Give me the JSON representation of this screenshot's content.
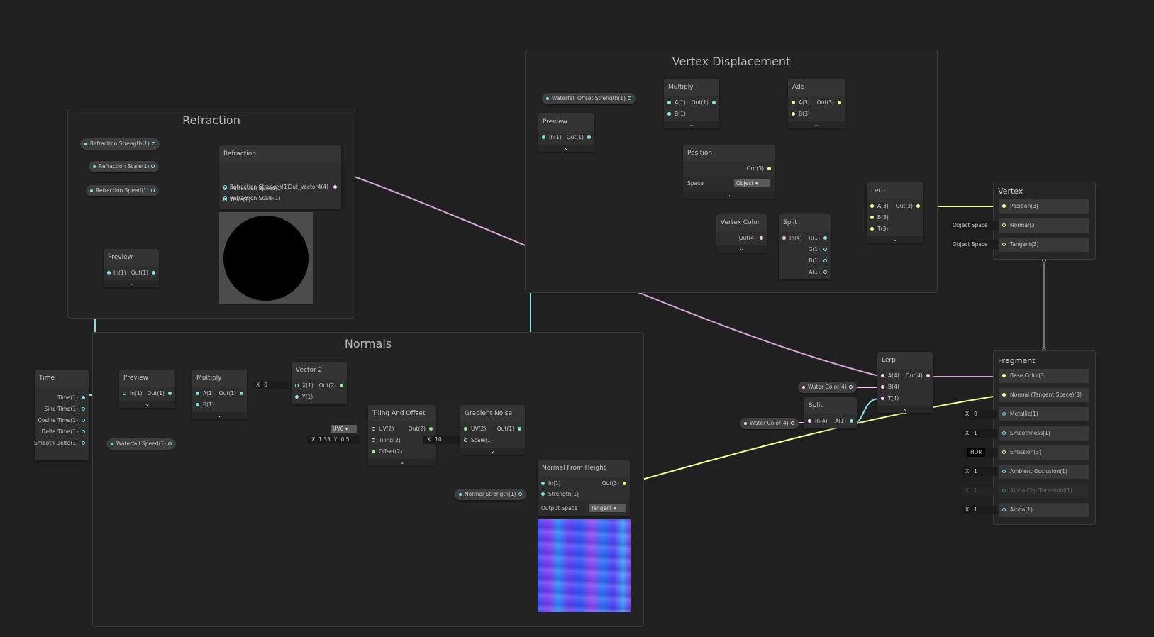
{
  "groups": {
    "refraction": "Refraction",
    "normals": "Normals",
    "vertex": "Vertex Displacement"
  },
  "refraction": {
    "props": [
      "Refraction Strength(1)",
      "Refraction Scale(1)",
      "Refraction Speed(1)"
    ],
    "node_title": "Refraction",
    "inputs": [
      "Refraction Strength(1)",
      "Refraction Scale(1)",
      "Refraction Speed(1)",
      "Time(1)"
    ],
    "output": "Out_Vector4(4)",
    "preview": {
      "title": "Preview",
      "in": "In(1)",
      "out": "Out(1)"
    }
  },
  "normals": {
    "time": {
      "title": "Time",
      "outputs": [
        "Time(1)",
        "Sine Time(1)",
        "Cosine Time(1)",
        "Delta Time(1)",
        "Smooth Delta(1)"
      ]
    },
    "preview": {
      "title": "Preview",
      "in": "In(1)",
      "out": "Out(1)"
    },
    "multiply": {
      "title": "Multiply",
      "a": "A(1)",
      "b": "B(1)",
      "out": "Out(1)"
    },
    "waterfall_speed": "Waterfall Speed(1)",
    "vector2": {
      "title": "Vector 2",
      "x": "X(1)",
      "y": "Y(1)",
      "out": "Out(2)",
      "x_label": "X",
      "x_value": "0"
    },
    "tiling": {
      "title": "Tiling And Offset",
      "uv": "UV(2)",
      "tiling": "Tiling(2)",
      "offset": "Offset(2)",
      "out": "Out(2)",
      "uv_value": "UV0",
      "tx_label": "X",
      "tx": "1.33",
      "ty_label": "Y",
      "ty": "0.5"
    },
    "noise": {
      "title": "Gradient Noise",
      "uv": "UV(2)",
      "scale": "Scale(1)",
      "out": "Out(1)",
      "scale_label": "X",
      "scale_value": "10"
    },
    "normal_strength": "Normal Strength(1)",
    "nfh": {
      "title": "Normal From Height",
      "in": "In(1)",
      "strength": "Strength(1)",
      "out": "Out(3)",
      "space_label": "Output Space",
      "space_value": "Tangent"
    }
  },
  "vertex": {
    "offset_strength": "Waterfall Offset Strength(1)",
    "multiply": {
      "title": "Multiply",
      "a": "A(1)",
      "b": "B(1)",
      "out": "Out(1)"
    },
    "add": {
      "title": "Add",
      "a": "A(3)",
      "b": "B(3)",
      "out": "Out(3)"
    },
    "preview": {
      "title": "Preview",
      "in": "In(1)",
      "out": "Out(1)"
    },
    "position": {
      "title": "Position",
      "out": "Out(3)",
      "space_label": "Space",
      "space_value": "Object"
    },
    "color": {
      "title": "Vertex Color",
      "out": "Out(4)"
    },
    "split": {
      "title": "Split",
      "in": "In(4)",
      "r": "R(1)",
      "g": "G(1)",
      "b": "B(1)",
      "a": "A(1)"
    },
    "lerp": {
      "title": "Lerp",
      "a": "A(3)",
      "b": "B(3)",
      "t": "T(3)",
      "out": "Out(3)"
    }
  },
  "master_vertex": {
    "title": "Vertex",
    "slots": [
      "Position(3)",
      "Normal(3)",
      "Tangent(3)"
    ],
    "normal_space": "Object Space",
    "tangent_space": "Object Space"
  },
  "color": {
    "lerp": {
      "title": "Lerp",
      "a": "A(4)",
      "b": "B(4)",
      "t": "T(4)",
      "out": "Out(4)"
    },
    "water_color_1": "Water Color(4)",
    "water_color_2": "Water Color(4)",
    "split": {
      "title": "Split",
      "in": "In(4)",
      "a": "A(1)"
    }
  },
  "fragment": {
    "title": "Fragment",
    "slots": [
      "Base Color(3)",
      "Normal (Tangent Space)(3)",
      "Metallic(1)",
      "Smoothness(1)",
      "Emission(3)",
      "Ambient Occlusion(1)",
      "Alpha Clip Threshold(1)",
      "Alpha(1)"
    ],
    "x_label": "X",
    "metallic": "0",
    "smoothness": "1",
    "emission": "HDR",
    "ao": "1",
    "clip": "1",
    "alpha": "1"
  },
  "colors": {
    "float": "#84e4e7",
    "vec2": "#9aef92",
    "vec3": "#f6ff9a",
    "vec4": "#fbcbf4"
  }
}
